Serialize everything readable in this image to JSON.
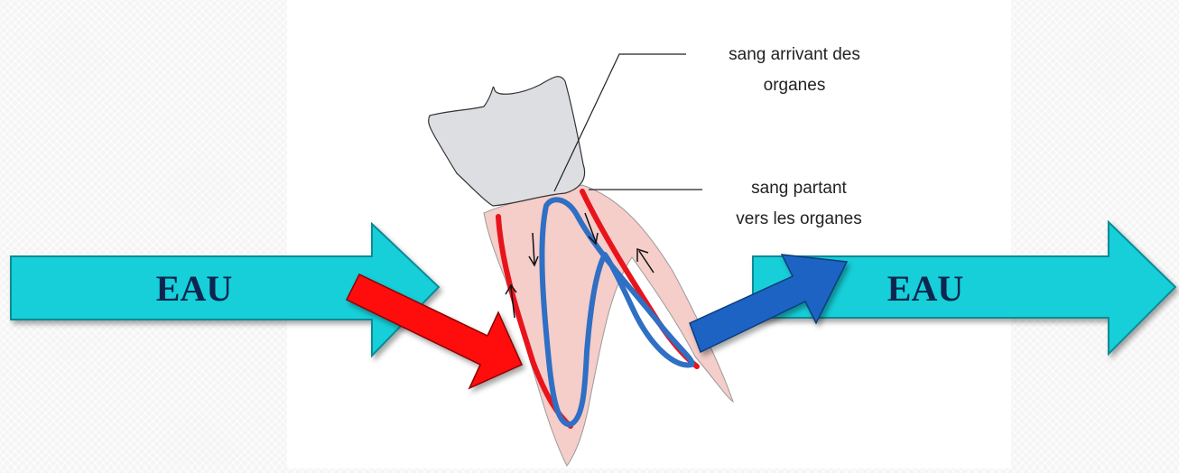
{
  "water_arrows": {
    "left_label": "EAU",
    "right_label": "EAU",
    "fill_color": "#12cfd9",
    "stroke_color": "#0d8a95"
  },
  "labels": {
    "incoming_blood": [
      "sang arrivant des",
      "organes"
    ],
    "outgoing_blood": [
      "sang partant",
      "vers les organes"
    ]
  },
  "colors": {
    "artery": "#e8141c",
    "vein": "#2f6fc4",
    "gum": "#f5cdc9",
    "crown": "#dcdee2",
    "incoming_arrow": "#ff1010",
    "outgoing_arrow": "#1c63c4"
  }
}
